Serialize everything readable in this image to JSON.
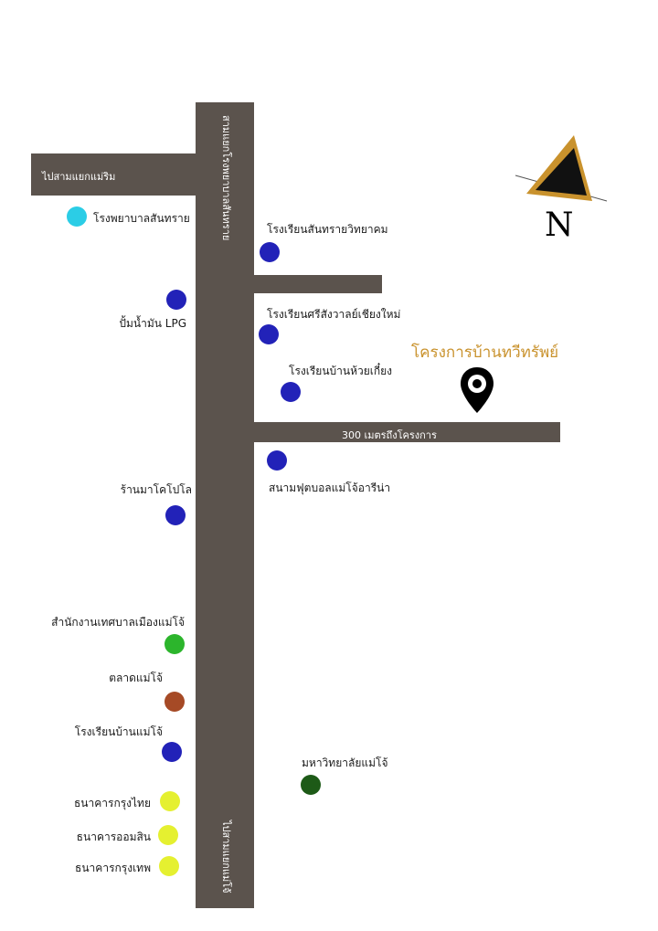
{
  "colors": {
    "road": "#5b534d",
    "blue": "#2222b8",
    "cyan": "#2bcde6",
    "green": "#2cb52c",
    "brown": "#a64a26",
    "yellow": "#e5f030",
    "dark_green": "#1d5a17",
    "accent": "#c9922d"
  },
  "roads": {
    "top_left": "ไปสามแยกแม่ริม",
    "main_vertical": "สามแยกโรงพยาบาลสันทราย",
    "bottom_vertical": "ไปสามแยกแม่โจ้",
    "project_road": "300 เมตรถึงโครงการ"
  },
  "project": {
    "title": "โครงการบ้านทวีทรัพย์",
    "icon": "map-pin-icon"
  },
  "compass": {
    "letter": "N",
    "icon": "north-arrow-icon"
  },
  "places": [
    {
      "name": "โรงพยาบาลสันทราย",
      "color": "cyan"
    },
    {
      "name": "โรงเรียนสันทรายวิทยาคม",
      "color": "blue"
    },
    {
      "name": "ปั้มน้ำมัน LPG",
      "color": "blue"
    },
    {
      "name": "โรงเรียนศรีสังวาลย์เชียงใหม่",
      "color": "blue"
    },
    {
      "name": "โรงเรียนบ้านห้วยเกี๋ยง",
      "color": "blue"
    },
    {
      "name": "สนามฟุตบอลแม่โจ้อารีน่า",
      "color": "blue"
    },
    {
      "name": "ร้านมาโคโปโล",
      "color": "blue"
    },
    {
      "name": "สำนักงานเทศบาลเมืองแม่โจ้",
      "color": "green"
    },
    {
      "name": "ตลาดแม่โจ้",
      "color": "brown"
    },
    {
      "name": "โรงเรียนบ้านแม่โจ้",
      "color": "blue"
    },
    {
      "name": "มหาวิทยาลัยแม่โจ้",
      "color": "dark-green"
    },
    {
      "name": "ธนาคารกรุงไทย",
      "color": "yellow"
    },
    {
      "name": "ธนาคารออมสิน",
      "color": "yellow"
    },
    {
      "name": "ธนาคารกรุงเทพ",
      "color": "yellow"
    }
  ]
}
